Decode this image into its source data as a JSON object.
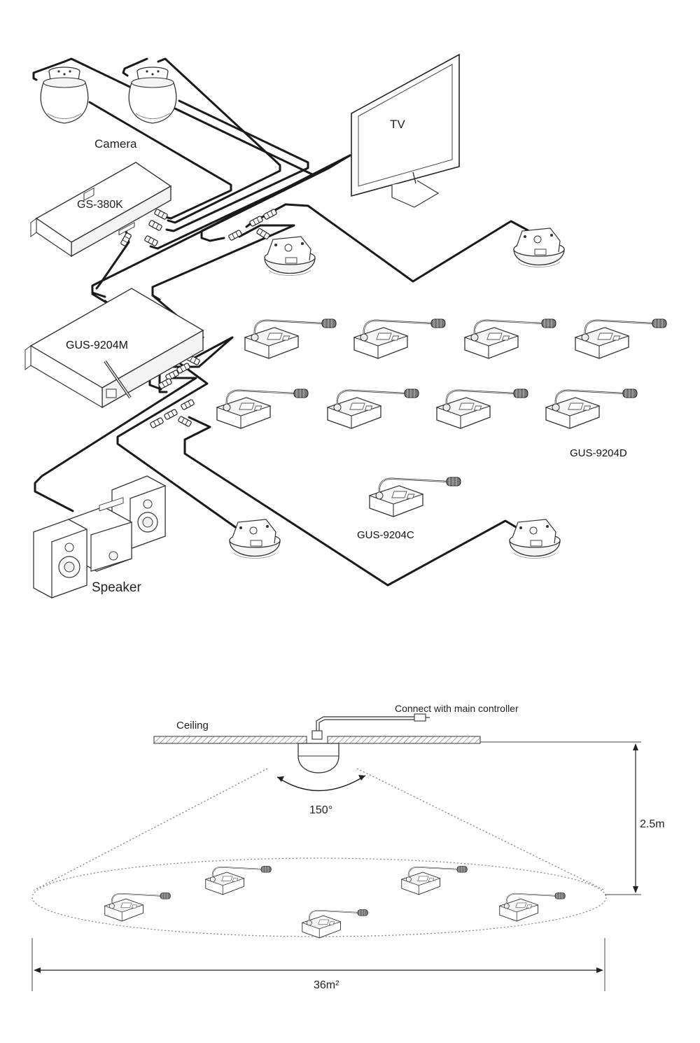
{
  "system": {
    "labels": {
      "camera": "Camera",
      "tv": "TV",
      "gs380k": "GS-380K",
      "gus9204m": "GUS-9204M",
      "gus9204d": "GUS-9204D",
      "gus9204c": "GUS-9204C",
      "speaker": "Speaker"
    }
  },
  "coverage": {
    "ceiling": "Ceiling",
    "connect": "Connect with main controller",
    "angle": "150°",
    "height": "2.5m",
    "area": "36m²"
  }
}
